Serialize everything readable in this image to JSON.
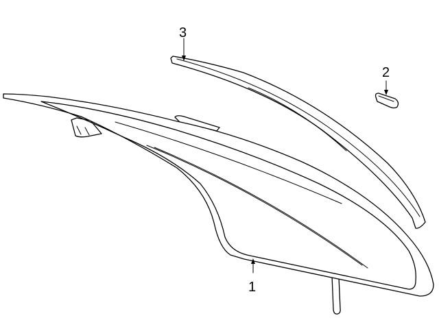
{
  "diagram": {
    "callouts": [
      {
        "id": "1",
        "label": "1"
      },
      {
        "id": "2",
        "label": "2"
      },
      {
        "id": "3",
        "label": "3"
      }
    ],
    "colors": {
      "stroke": "#000000",
      "background": "#ffffff"
    }
  }
}
